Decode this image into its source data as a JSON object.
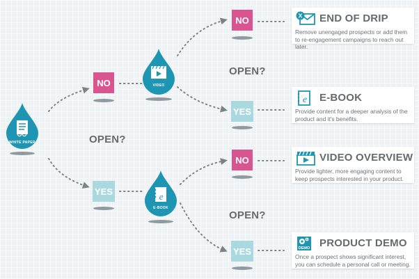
{
  "colors": {
    "teal": "#1f95b4",
    "no_pink": "#d9558f",
    "yes_blue": "#a9d8df",
    "text_gray": "#666a6c"
  },
  "drops": {
    "white_paper": {
      "label": "WHITE PAPER",
      "icon": "document-icon"
    },
    "video": {
      "label": "VIDEO",
      "icon": "video-clapper-icon"
    },
    "ebook": {
      "label": "E-BOOK",
      "icon": "ebook-icon"
    }
  },
  "decisions": {
    "box_no_1": "NO",
    "box_yes_1": "YES",
    "box_no_top": "NO",
    "box_yes_mid": "YES",
    "box_no_lower": "NO",
    "box_yes_bottom": "YES"
  },
  "open_labels": [
    "OPEN?",
    "OPEN?",
    "OPEN?"
  ],
  "cards": [
    {
      "title": "END OF DRIP",
      "icon": "email-x-icon",
      "icon_badge": "X",
      "description": "Remove unengaged prospects or add them to re-engagement campaigns to reach out later."
    },
    {
      "title": "E-BOOK",
      "icon": "ebook-icon",
      "description": "Provide content for a deeper analysis of the product and it's benefits."
    },
    {
      "title": "VIDEO OVERVIEW",
      "icon": "video-clapper-icon",
      "description": "Provide lighter, more engaging content to keep prospects interested in your product."
    },
    {
      "title": "PRODUCT DEMO",
      "icon": "gear-demo-icon",
      "icon_badge": "DEMO",
      "description": "Once a prospect shows significant interest, you can schedule a personal call or meeting."
    }
  ]
}
